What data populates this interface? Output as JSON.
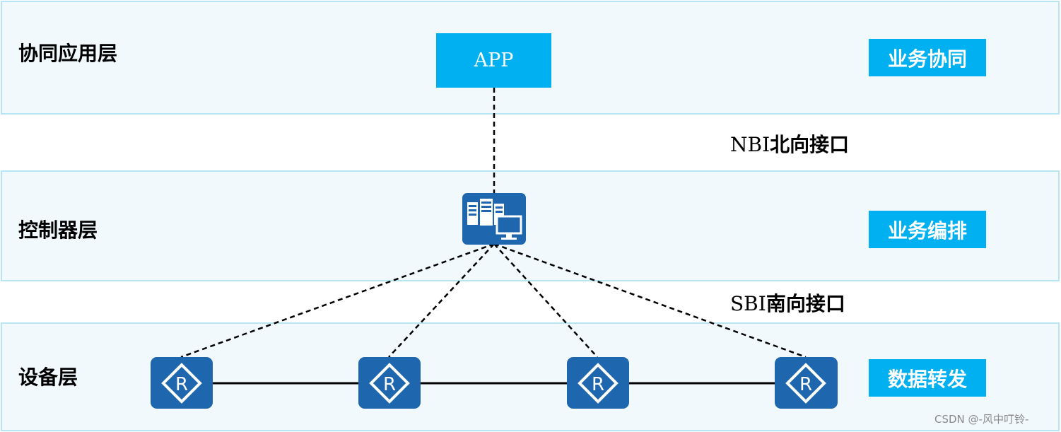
{
  "layers": [
    {
      "name": "协同应用层",
      "role": "业务协同"
    },
    {
      "name": "控制器层",
      "role": "业务编排"
    },
    {
      "name": "设备层",
      "role": "数据转发"
    }
  ],
  "app_label": "APP",
  "interfaces": {
    "north": {
      "abbr": "NBI",
      "name": "北向接口"
    },
    "south": {
      "abbr": "SBI",
      "name": "南向接口"
    }
  },
  "router_label": "R",
  "router_count": 4,
  "colors": {
    "accent": "#00b0f0",
    "device": "#1e66ad",
    "layer_bg": "#f2f9fc",
    "layer_border": "#b7e6f2"
  },
  "icons": {
    "controller": "server-with-monitor-icon",
    "router": "router-icon"
  },
  "watermark": "CSDN @-风中叮铃-"
}
